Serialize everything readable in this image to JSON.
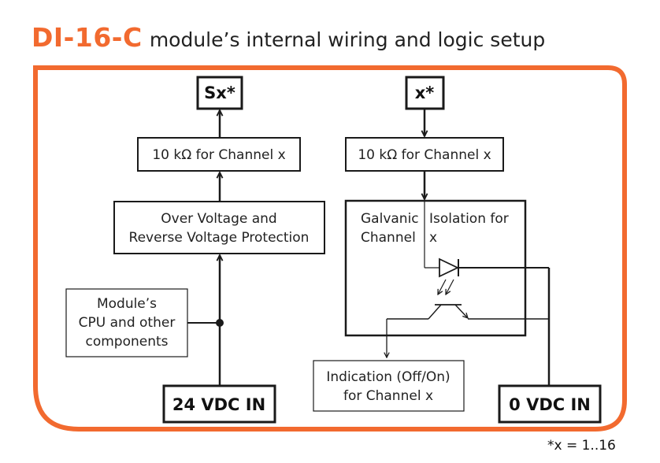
{
  "title": {
    "prefix": "DI-16-C",
    "suffix": "module’s internal wiring and logic setup"
  },
  "colors": {
    "accent": "#f26a2f",
    "line": "#1a1a1a"
  },
  "terminals": {
    "sx": "Sx*",
    "x": "x*",
    "vdc24": "24 VDC IN",
    "vdc0": "0 VDC IN"
  },
  "resistor_left": "10 kΩ for Channel x",
  "resistor_right": "10 kΩ for Channel x",
  "protection": [
    "Over Voltage and",
    "Reverse Voltage Protection"
  ],
  "isolation": {
    "line1_a": "Galvanic",
    "line1_b": "Isolation for",
    "line2_a": "Channel",
    "line2_b": "x"
  },
  "module": [
    "Module’s",
    "CPU and other",
    "components"
  ],
  "indication": [
    "Indication (Off/On)",
    "for Channel x"
  ],
  "footnote": "*x = 1..16"
}
